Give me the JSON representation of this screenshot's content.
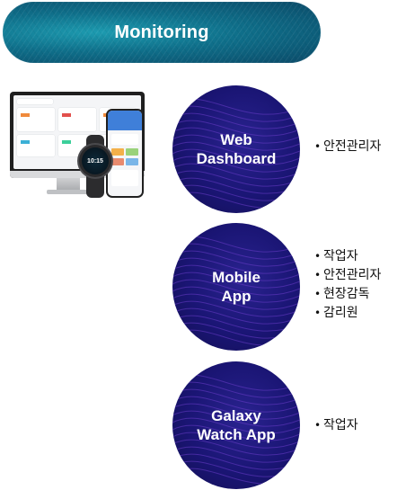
{
  "banner": {
    "title": "Monitoring"
  },
  "colors": {
    "banner_teal": "#0f6f8a",
    "circle_navy": "#1a1574",
    "wave_purple": "#6a3cc9"
  },
  "items": [
    {
      "label_line1": "Web",
      "label_line2": "Dashboard",
      "roles": [
        "안전관리자"
      ]
    },
    {
      "label_line1": "Mobile",
      "label_line2": "App",
      "roles": [
        "작업자",
        "안전관리자",
        "현장감독",
        "감리원"
      ]
    },
    {
      "label_line1": "Galaxy",
      "label_line2": "Watch App",
      "roles": [
        "작업자"
      ]
    }
  ],
  "bullet": "•",
  "illustration": {
    "watch_time": "10:15"
  }
}
